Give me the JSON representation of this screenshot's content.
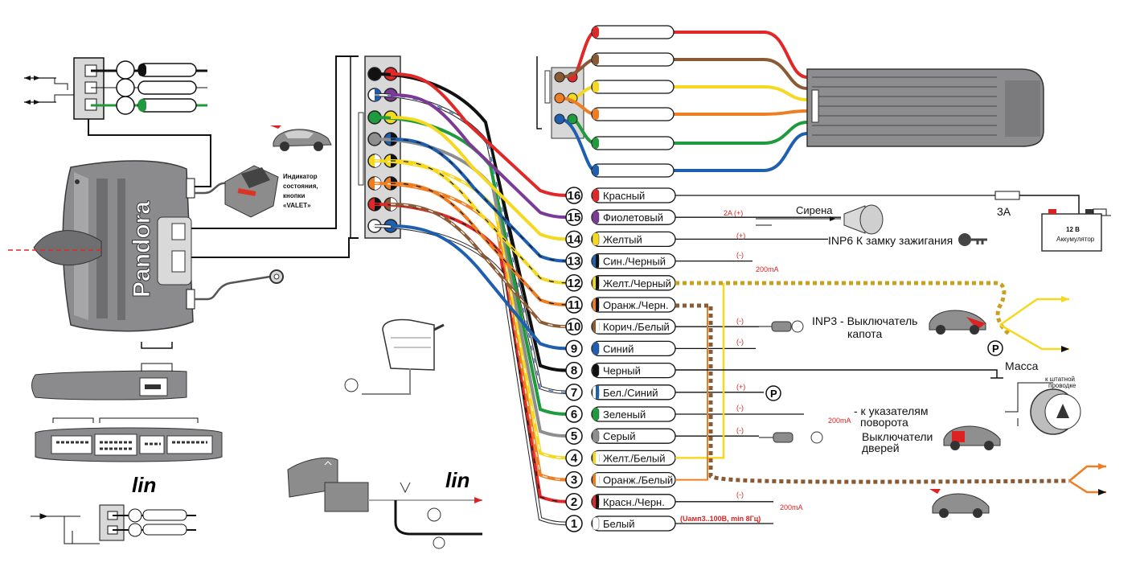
{
  "brand": {
    "name": "Pandora"
  },
  "lin_labels": [
    "lin",
    "lin"
  ],
  "indicator": {
    "lines": [
      "Индикатор",
      "состояния,",
      "кнопки",
      "«VALET»"
    ]
  },
  "wires": [
    {
      "num": "16",
      "label": "Красный",
      "color": "#e02828",
      "stripe": null
    },
    {
      "num": "15",
      "label": "Фиолетовый",
      "color": "#7b3a96",
      "stripe": null
    },
    {
      "num": "14",
      "label": "Желтый",
      "color": "#f5d820",
      "stripe": null
    },
    {
      "num": "13",
      "label": "Син./Черный",
      "color": "#1f5fb0",
      "stripe": "#111111"
    },
    {
      "num": "12",
      "label": "Желт./Черный",
      "color": "#f5d820",
      "stripe": "#111111"
    },
    {
      "num": "11",
      "label": "Оранж./Черн.",
      "color": "#ef7d22",
      "stripe": "#111111"
    },
    {
      "num": "10",
      "label": "Корич./Белый",
      "color": "#8a5a35",
      "stripe": "#ffffff"
    },
    {
      "num": "9",
      "label": "Синий",
      "color": "#1f5fb0",
      "stripe": null
    },
    {
      "num": "8",
      "label": "Черный",
      "color": "#111111",
      "stripe": null
    },
    {
      "num": "7",
      "label": "Бел./Синий",
      "color": "#ffffff",
      "stripe": "#1f5fb0"
    },
    {
      "num": "6",
      "label": "Зеленый",
      "color": "#1f9a3c",
      "stripe": null
    },
    {
      "num": "5",
      "label": "Серый",
      "color": "#8e8e8e",
      "stripe": null
    },
    {
      "num": "4",
      "label": "Желт./Белый",
      "color": "#f5d820",
      "stripe": "#ffffff"
    },
    {
      "num": "3",
      "label": "Оранж./Белый",
      "color": "#ef7d22",
      "stripe": "#ffffff"
    },
    {
      "num": "2",
      "label": "Красн./Черн.",
      "color": "#e02828",
      "stripe": "#111111"
    },
    {
      "num": "1",
      "label": "Белый",
      "color": "#ffffff",
      "stripe": null
    }
  ],
  "annotations": {
    "fuse": "3A",
    "battery": "12 В",
    "battery_sub": "Аккумулятор",
    "siren_current": "2A (+)",
    "siren": "Сирена",
    "plus_14": "(+)",
    "inp6": "INP6 К замку зажигания",
    "minus_13": "(-)",
    "ma_13": "200mA",
    "minus_10": "(-)",
    "inp3_line1": "INP3 - Выключатель",
    "inp3_line2": "капота",
    "minus_9": "(-)",
    "mass": "Масса",
    "plus_7": "(+)",
    "parking_p": "P",
    "minus_6": "(-)",
    "ma_6": "200mA",
    "turn_line1": "- к указателям",
    "turn_line2": "поворота",
    "minus_5": "(-)",
    "doors_line1": "Выключатели",
    "doors_line2": "дверей",
    "to_factory_line1": "к штатной",
    "to_factory_line2": "проводке",
    "minus_2": "(-)",
    "ma_2": "200mA",
    "volt_range": "(Uамп3..100В, min 8Гц)"
  }
}
